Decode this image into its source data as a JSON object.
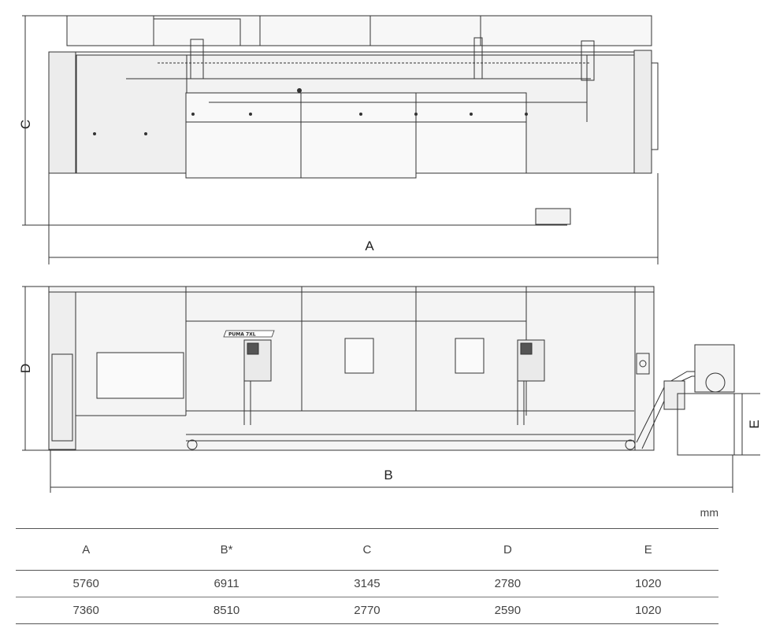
{
  "dimensions": {
    "a": "A",
    "b": "B",
    "c": "C",
    "d": "D",
    "e": "E"
  },
  "brand_badge": "PUMA 7XL",
  "unit": "mm",
  "table": {
    "headers": [
      "A",
      "B*",
      "C",
      "D",
      "E"
    ],
    "rows": [
      [
        "5760",
        "6911",
        "3145",
        "2780",
        "1020"
      ],
      [
        "7360",
        "8510",
        "2770",
        "2590",
        "1020"
      ]
    ]
  }
}
